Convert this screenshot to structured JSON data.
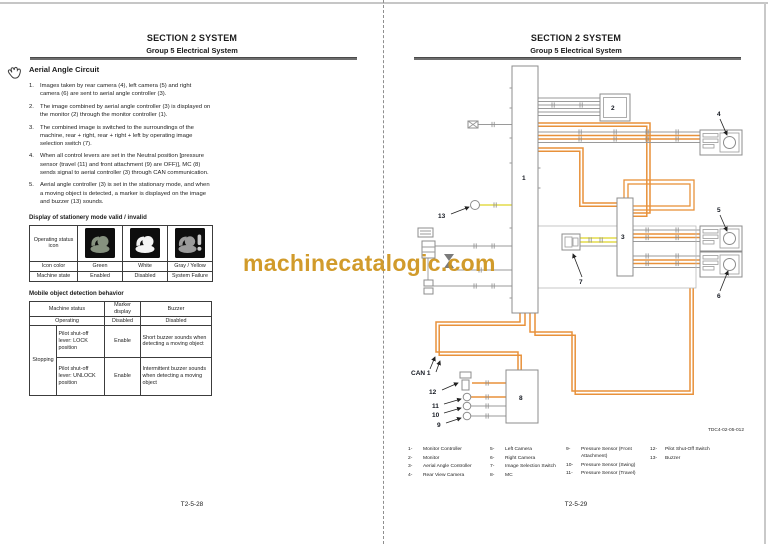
{
  "header": {
    "line1": "SECTION 2 SYSTEM",
    "line2": "Group 5 Electrical System"
  },
  "watermark": "machinecatalogic.com",
  "left_page": {
    "title": "Aerial Angle Circuit",
    "list": [
      {
        "num": "1.",
        "text": "Images taken by rear camera (4), left camera (5) and right camera (6) are sent to aerial angle controller (3)."
      },
      {
        "num": "2.",
        "text": "The image combined by aerial angle controller (3) is displayed on the monitor (2) through the monitor controller (1)."
      },
      {
        "num": "3.",
        "text": "The combined image is switched to the surroundings of the machine, rear + right, rear + right + left by operating image selection switch (7)."
      },
      {
        "num": "4.",
        "text": "When all control levers are set in the Neutral position [pressure sensor (travel (11) and front attachment (9) are OFF)], MC (8) sends signal to aerial controller (3) through CAN communication."
      },
      {
        "num": "5.",
        "text": "Aerial angle controller (3) is set in the stationary mode, and when a moving object is detected, a marker is displayed on the image and buzzer (13) sounds."
      }
    ],
    "table1": {
      "caption": "Display of stationery mode valid / invalid",
      "row1_label": "Operating status icon",
      "row2_label": "Icon color",
      "row2_values": [
        "Green",
        "White",
        "Gray / Yellow"
      ],
      "row3_label": "Machine state",
      "row3_values": [
        "Enabled",
        "Disabled",
        "System Failure"
      ],
      "icons": [
        {
          "name": "excavator-enabled-icon",
          "color": "#86917f"
        },
        {
          "name": "excavator-disabled-icon",
          "color": "#f4f4f4"
        },
        {
          "name": "excavator-failure-icon",
          "color": "#9b9b9b",
          "exclaim_color": "#cccccc"
        }
      ]
    },
    "table2": {
      "caption": "Mobile object detection behavior",
      "h_machine": "Machine status",
      "h_marker": "Marker display",
      "h_buzzer": "Buzzer",
      "operating": [
        "Operating",
        "Disabled",
        "Disabled"
      ],
      "stopping_label": "Stopping",
      "rows": [
        {
          "condition": "Pilot shut-off lever: LOCK position",
          "marker": "Enable",
          "buzzer": "Short buzzer sounds when detecting a moving object"
        },
        {
          "condition": "Pilot shut-off lever: UNLOCK position",
          "marker": "Enable",
          "buzzer": "Intermittent buzzer sounds when detecting a moving object"
        }
      ]
    },
    "page_number": "T2-5-28"
  },
  "right_page": {
    "diagram": {
      "figure_code": "TDC4-02-05-012",
      "labels": {
        "n1": "1",
        "n2": "2",
        "n3": "3",
        "n4": "4",
        "n5": "5",
        "n6": "6",
        "n7": "7",
        "n8": "8",
        "n9": "9",
        "n10": "10",
        "n11": "11",
        "n12": "12",
        "n13": "13",
        "can": "CAN 1"
      },
      "colors": {
        "harness_orange": "#e8913a",
        "wire_yellow": "#e3dc4a",
        "wire_gray": "#9a9a9a"
      }
    },
    "legend": {
      "items": [
        {
          "num": "1-",
          "label": "Monitor Controller"
        },
        {
          "num": "2-",
          "label": "Monitor"
        },
        {
          "num": "3-",
          "label": "Aerial Angle Controller"
        },
        {
          "num": "4-",
          "label": "Rear View Camera"
        },
        {
          "num": "5-",
          "label": "Left Camera"
        },
        {
          "num": "6-",
          "label": "Right Camera"
        },
        {
          "num": "7-",
          "label": "Image Selection Switch"
        },
        {
          "num": "8-",
          "label": "MC"
        },
        {
          "num": "9-",
          "label": "Pressure Sensor (Front Attachment)"
        },
        {
          "num": "10-",
          "label": "Pressure Sensor (Swing)"
        },
        {
          "num": "11-",
          "label": "Pressure Sensor (Travel)"
        },
        {
          "num": "12-",
          "label": "Pilot Shut-Off Switch"
        },
        {
          "num": "13-",
          "label": "Buzzer"
        }
      ]
    },
    "page_number": "T2-5-29"
  }
}
